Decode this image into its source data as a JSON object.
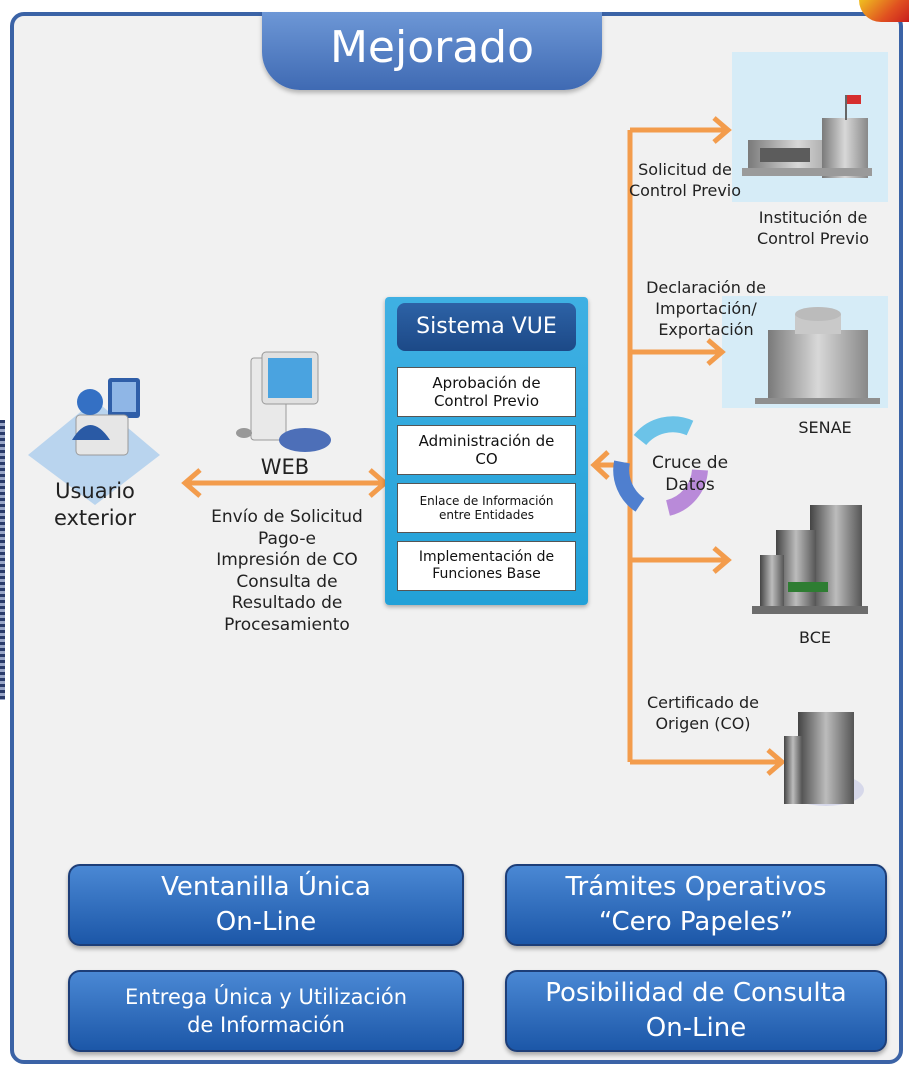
{
  "title": "Mejorado",
  "actor": {
    "label_line1": "Usuario",
    "label_line2": "exterior"
  },
  "web": {
    "label": "WEB",
    "services": [
      "Envío de Solicitud",
      "Pago-e",
      "Impresión de CO",
      "Consulta de",
      "Resultado de",
      "Procesamiento"
    ]
  },
  "system": {
    "title": "Sistema VUE",
    "modules": [
      {
        "line1": "Aprobación de",
        "line2": "Control Previo"
      },
      {
        "line1": "Administración de",
        "line2": "CO"
      },
      {
        "line1": "Enlace de Información",
        "line2": "entre Entidades"
      },
      {
        "line1": "Implementación de",
        "line2": "Funciones Base"
      }
    ]
  },
  "cycle": {
    "line1": "Cruce de",
    "line2": "Datos"
  },
  "flows": [
    {
      "line1": "Solicitud de",
      "line2": "Control Previo",
      "line3": ""
    },
    {
      "line1": "Declaración de",
      "line2": "Importación/",
      "line3": "Exportación"
    },
    {
      "line1": "Certificado de",
      "line2": "Origen (CO)",
      "line3": ""
    }
  ],
  "entities": [
    {
      "line1": "Institución de",
      "line2": "Control Previo"
    },
    {
      "line1": "SENAE",
      "line2": ""
    },
    {
      "line1": "BCE",
      "line2": ""
    }
  ],
  "features": [
    "Ventanilla Única\nOn-Line",
    "Trámites Operativos\n“Cero Papeles”",
    "Entrega Única y Utilización\nde Información",
    "Posibilidad de Consulta\nOn-Line"
  ],
  "colors": {
    "arrow": "#f39c4c",
    "frame": "#3b63a6",
    "system": "#22a1d8",
    "feature": "#1c57a8"
  }
}
